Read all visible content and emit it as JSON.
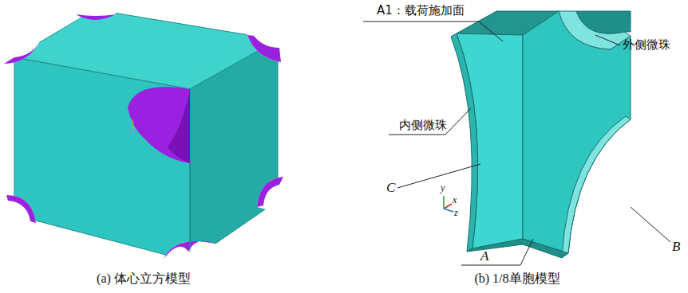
{
  "diagram": {
    "labels": [
      "A1：载荷施加面",
      "外侧微珠",
      "内侧微珠",
      "C",
      "A",
      "B",
      "y",
      "x",
      "z",
      "(a) 体心立方模型",
      "(b) 1/8单胞模型"
    ]
  }
}
